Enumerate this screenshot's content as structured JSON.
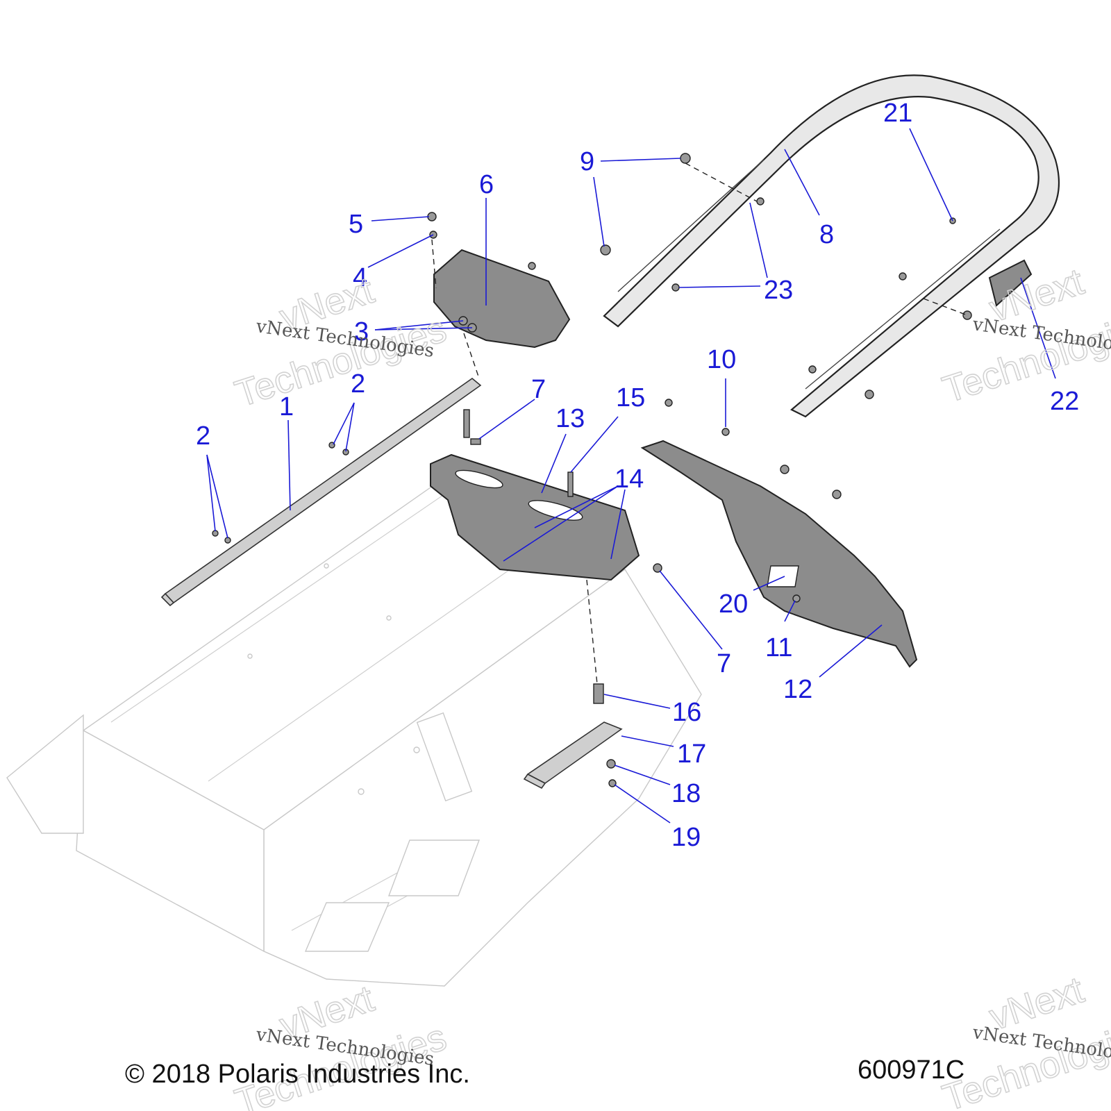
{
  "callouts": [
    "1",
    "2",
    "2",
    "3",
    "4",
    "5",
    "6",
    "7",
    "7",
    "8",
    "9",
    "10",
    "11",
    "12",
    "13",
    "14",
    "15",
    "16",
    "17",
    "18",
    "19",
    "20",
    "21",
    "22",
    "23"
  ],
  "watermark": {
    "small": "vNext Technologies",
    "big_top": "vNext",
    "big_bottom": "Technologies"
  },
  "footer": {
    "copyright": "© 2018 Polaris Industries Inc.",
    "diagram_number": "600971C"
  },
  "colors": {
    "callout": "#1a1ad6",
    "part_fill": "#8c8c8c"
  }
}
